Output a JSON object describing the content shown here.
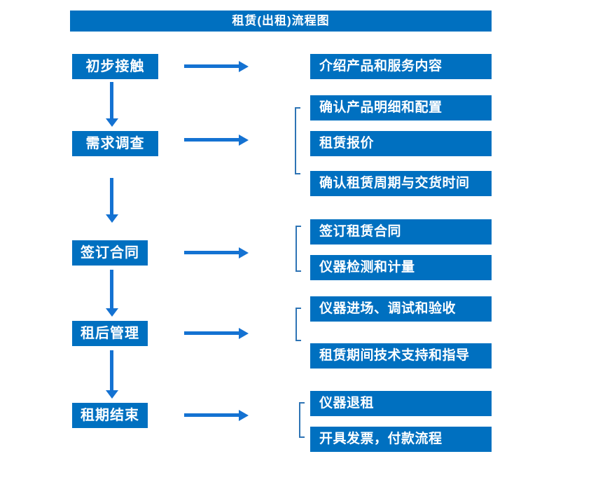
{
  "title": "租赁(出租)流程图",
  "colors": {
    "box_blue": "#0070C0",
    "arrow_blue": "#1472D2",
    "bracket_blue": "#2E74B5",
    "text": "#FFFFFF",
    "background": "#FFFFFF"
  },
  "steps": [
    {
      "label": "初步接触",
      "details": [
        "介绍产品和服务内容"
      ]
    },
    {
      "label": "需求调查",
      "details": [
        "确认产品明细和配置",
        "租赁报价",
        "确认租赁周期与交货时间"
      ]
    },
    {
      "label": "签订合同",
      "details": [
        "签订租赁合同",
        "仪器检测和计量"
      ]
    },
    {
      "label": "租后管理",
      "details": [
        "仪器进场、调试和验收",
        "租赁期间技术支持和指导"
      ]
    },
    {
      "label": "租期结束",
      "details": [
        "仪器退租",
        "开具发票，付款流程"
      ]
    }
  ]
}
